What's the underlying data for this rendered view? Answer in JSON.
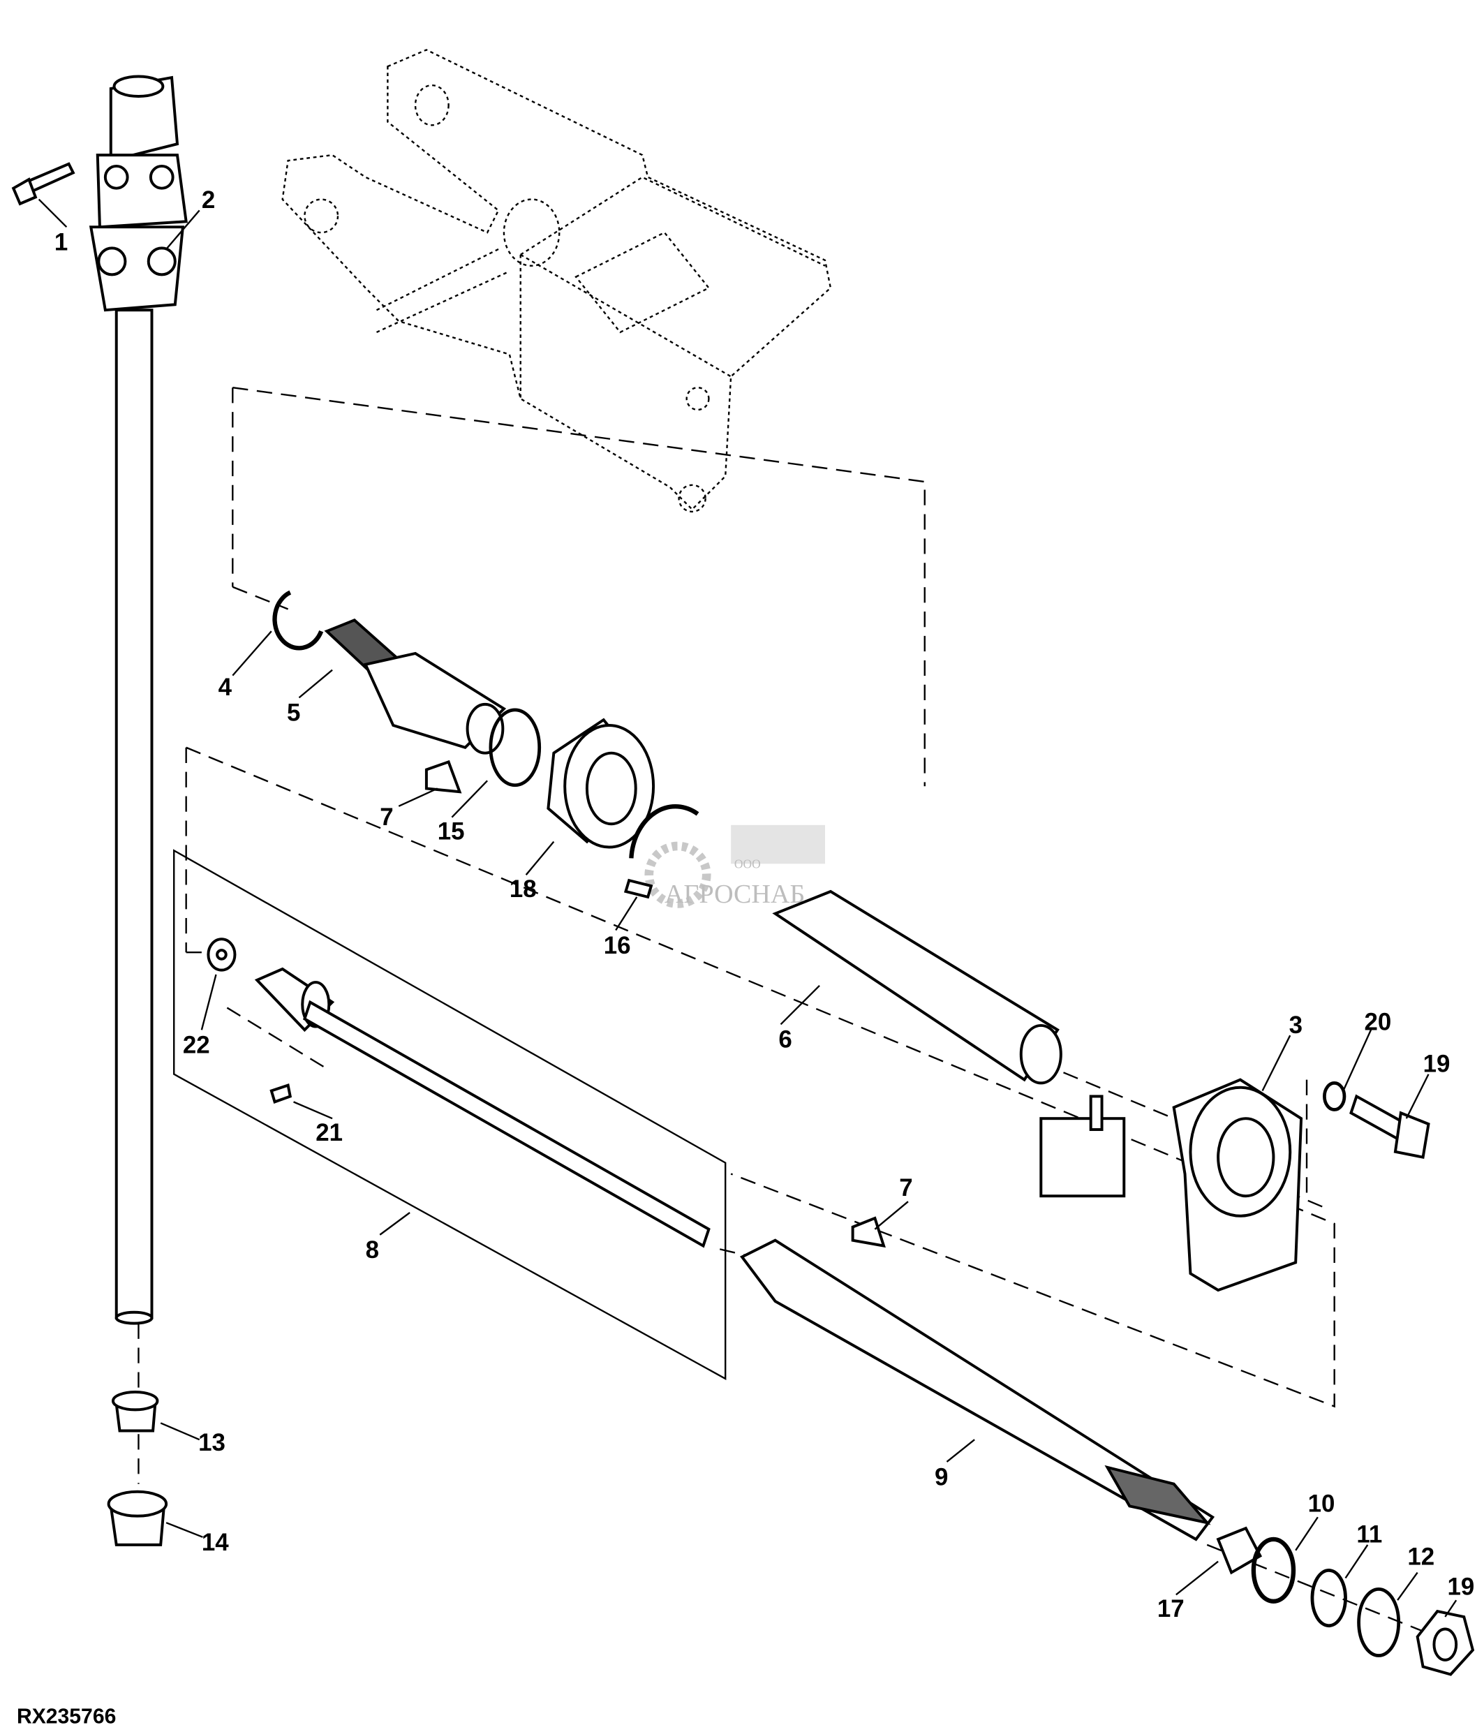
{
  "figure_id": "RX235766",
  "watermark": {
    "text": "АГРОСНАБ",
    "prefix": "ООО"
  },
  "callouts": {
    "c1": "1",
    "c2": "2",
    "c3": "3",
    "c4": "4",
    "c5": "5",
    "c6": "6",
    "c7a": "7",
    "c7b": "7",
    "c8": "8",
    "c9": "9",
    "c10": "10",
    "c11": "11",
    "c12": "12",
    "c13": "13",
    "c14": "14",
    "c15": "15",
    "c16": "16",
    "c17": "17",
    "c18": "18",
    "c19a": "19",
    "c19b": "19",
    "c20": "20",
    "c21": "21",
    "c22": "22"
  }
}
